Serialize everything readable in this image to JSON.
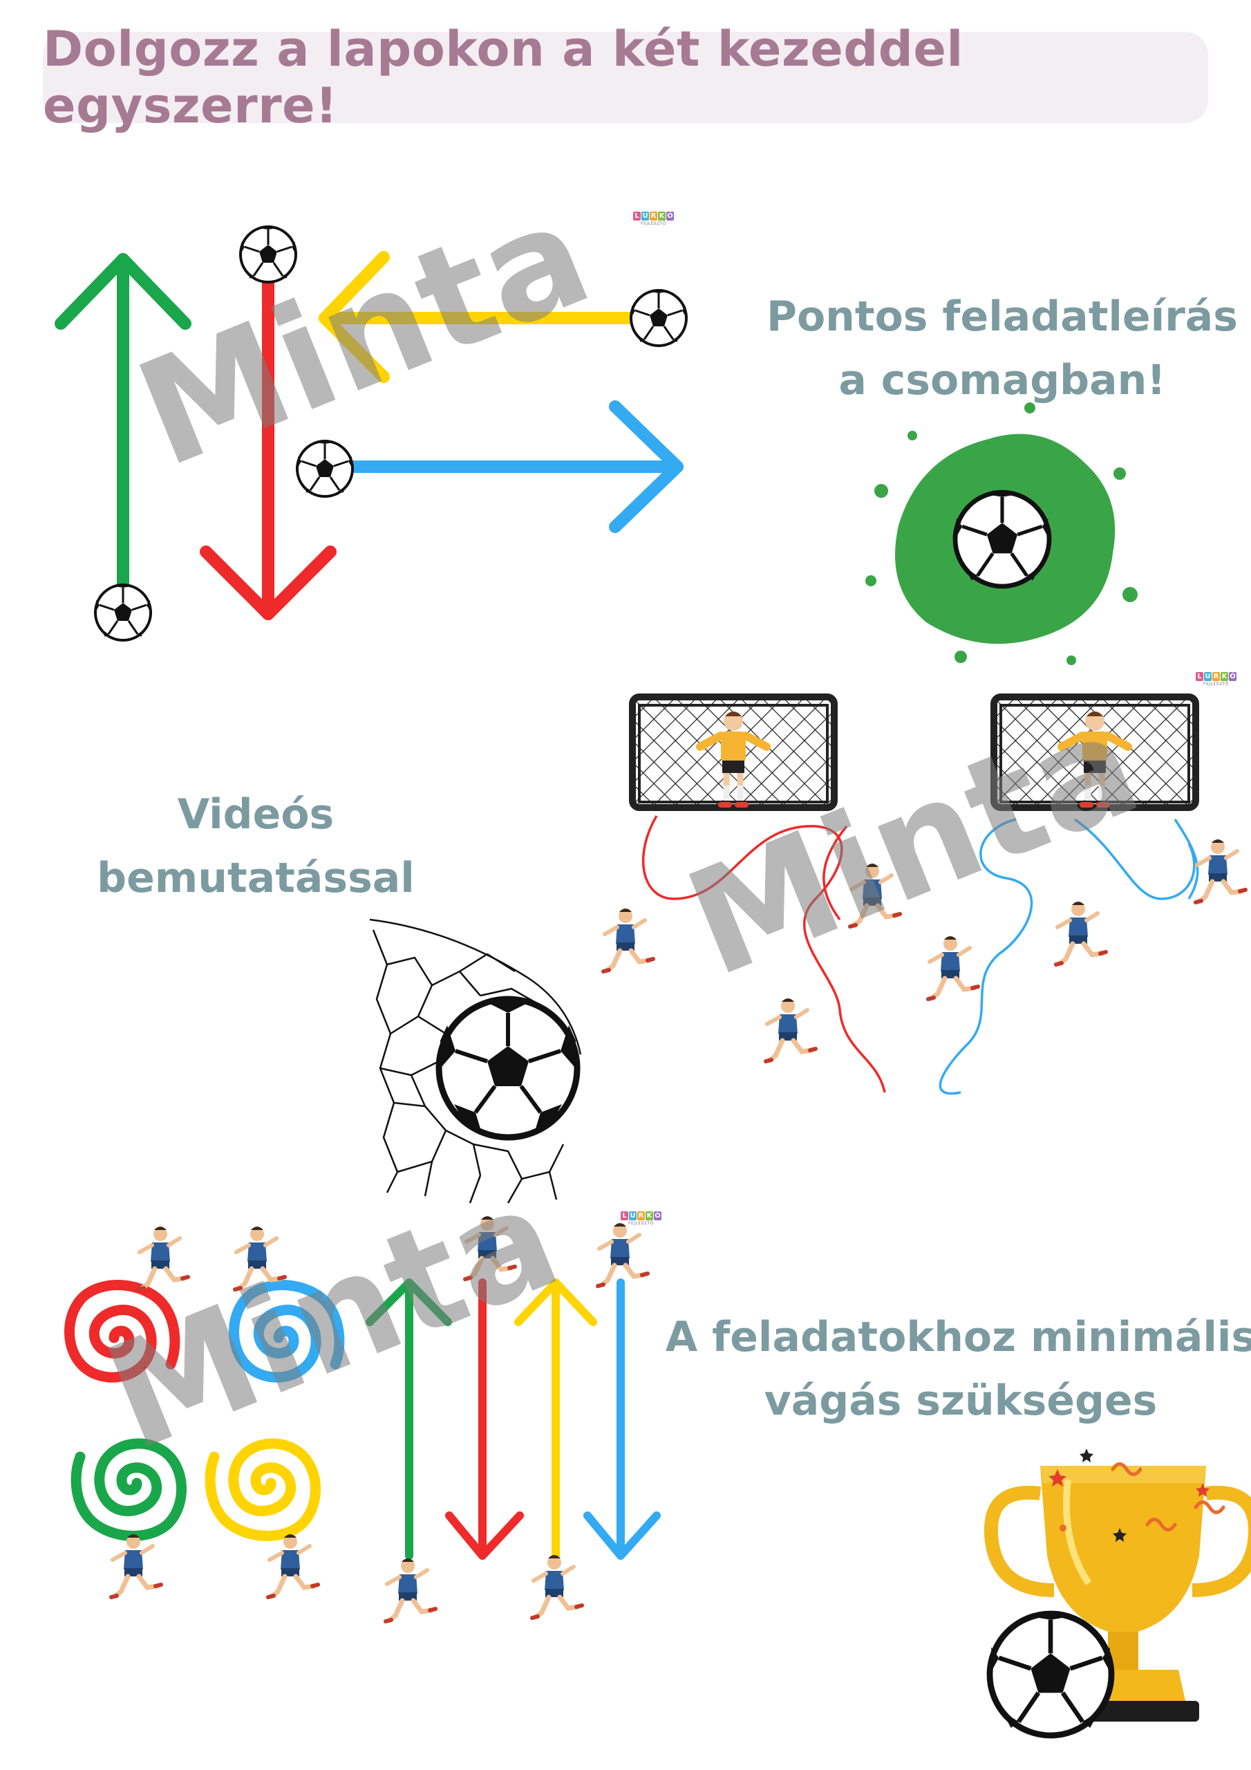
{
  "header": {
    "title": "Dolgozz a lapokon a két kezeddel egyszerre!"
  },
  "captions": {
    "description": [
      "Pontos feladatleírás",
      "a csomagban!"
    ],
    "video": [
      "Videós",
      "bemutatással"
    ],
    "cutting": [
      "A feladatokhoz minimális",
      "vágás szükséges"
    ]
  },
  "watermark": "Minta",
  "logo": {
    "letters": [
      "L",
      "U",
      "R",
      "K",
      "Ó"
    ],
    "sub": "FEJLESZTŐ"
  },
  "colors": {
    "green": "#1aa64a",
    "red": "#ee2a2a",
    "yellow": "#ffd400",
    "blue": "#33aaf2",
    "title": "#a77a93",
    "caption": "#7c9ba1",
    "banner_bg": "#f3eef2"
  }
}
